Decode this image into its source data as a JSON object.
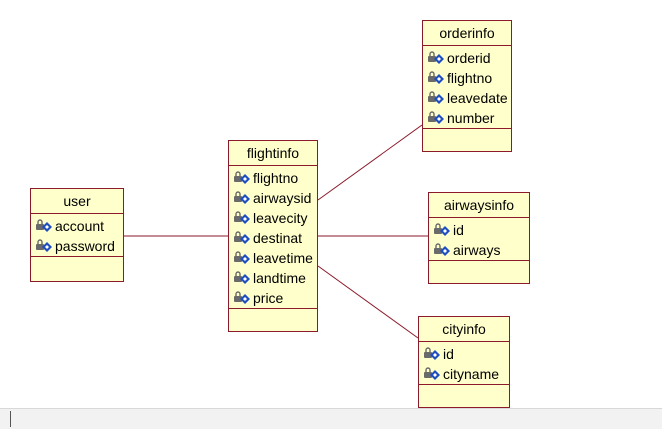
{
  "diagram": {
    "classes": [
      {
        "id": "user",
        "name": "user",
        "attributes": [
          "account",
          "password"
        ]
      },
      {
        "id": "flightinfo",
        "name": "flightinfo",
        "attributes": [
          "flightno",
          "airwaysid",
          "leavecity",
          "destinat",
          "leavetime",
          "landtime",
          "price"
        ]
      },
      {
        "id": "orderinfo",
        "name": "orderinfo",
        "attributes": [
          "orderid",
          "flightno",
          "leavedate",
          "number"
        ]
      },
      {
        "id": "airwaysinfo",
        "name": "airwaysinfo",
        "attributes": [
          "id",
          "airways"
        ]
      },
      {
        "id": "cityinfo",
        "name": "cityinfo",
        "attributes": [
          "id",
          "cityname"
        ]
      }
    ],
    "associations": [
      {
        "from": "user",
        "to": "flightinfo"
      },
      {
        "from": "flightinfo",
        "to": "orderinfo"
      },
      {
        "from": "flightinfo",
        "to": "airwaysinfo"
      },
      {
        "from": "flightinfo",
        "to": "cityinfo"
      }
    ],
    "colors": {
      "class_fill": "#ffffcc",
      "class_border": "#8b1a2b",
      "association_line": "#8b1a2b",
      "attribute_icon_key": "#1f4fbf",
      "attribute_icon_lock": "#6a6a6a"
    },
    "attribute_icon": "private-attribute-icon"
  }
}
